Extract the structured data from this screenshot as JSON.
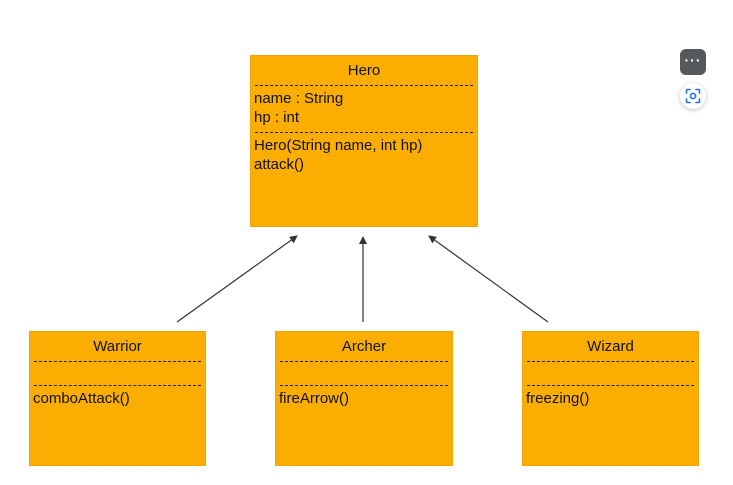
{
  "diagram": {
    "superclass": {
      "name": "Hero",
      "separator": "----------------------------------------",
      "attributes": [
        "name : String",
        "hp : int"
      ],
      "methods": [
        "Hero(String name, int hp)",
        "attack()"
      ]
    },
    "subclasses": [
      {
        "name": "Warrior",
        "separator": "-----------------------------",
        "attributes": [],
        "methods": [
          "comboAttack()"
        ]
      },
      {
        "name": "Archer",
        "separator": "-----------------------------",
        "attributes": [],
        "methods": [
          "fireArrow()"
        ]
      },
      {
        "name": "Wizard",
        "separator": "-----------------------------",
        "attributes": [],
        "methods": [
          "freezing()"
        ]
      }
    ],
    "relationship": "inheritance",
    "colors": {
      "box_fill": "#fbae01",
      "arrow": "#333333"
    }
  },
  "overlay": {
    "more_icon": "more-horizontal-icon",
    "visual_search_icon": "visual-search-icon"
  }
}
